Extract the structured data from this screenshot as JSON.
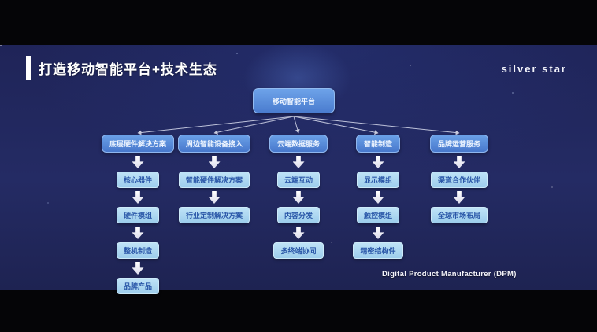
{
  "slide": {
    "title": "打造移动智能平台+技术生态",
    "logo_text": "silver star",
    "caption": "Digital Product Manufacturer (DPM)"
  },
  "flowchart": {
    "root": "移动智能平台",
    "columns": [
      {
        "header": "底层硬件解决方案",
        "children": [
          "核心器件",
          "硬件模组",
          "整机制造",
          "品牌产品"
        ]
      },
      {
        "header": "周边智能设备接入",
        "children": [
          "智能硬件解决方案",
          "行业定制解决方案"
        ]
      },
      {
        "header": "云端数据服务",
        "children": [
          "云端互动",
          "内容分发",
          "多终端协同"
        ]
      },
      {
        "header": "智能制造",
        "children": [
          "显示模组",
          "触控模组",
          "精密结构件"
        ]
      },
      {
        "header": "品牌运营服务",
        "children": [
          "渠道合作伙伴",
          "全球市场布局"
        ]
      }
    ]
  },
  "colors": {
    "slide_background": "#232a62",
    "letterbox": "#050507",
    "node_blue": "#4a7ccf",
    "node_light_blue": "#9dcdec",
    "child_text": "#2a57a8",
    "arrow_white": "#ffffff",
    "title_white": "#ffffff"
  }
}
